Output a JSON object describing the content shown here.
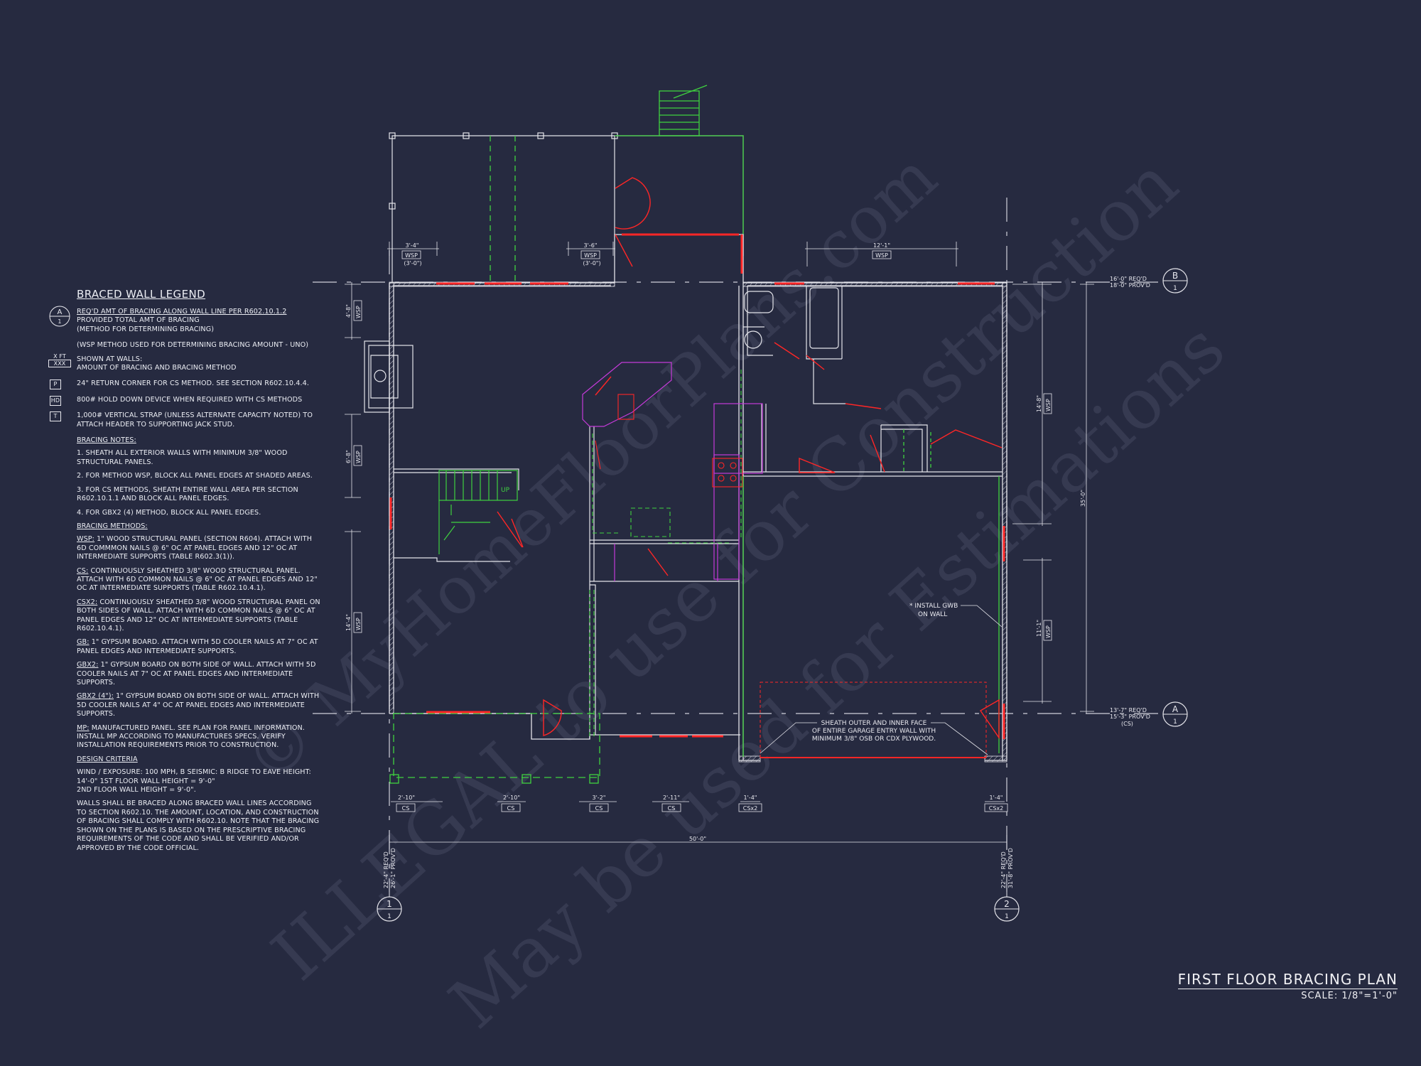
{
  "title": {
    "plan_title": "FIRST FLOOR BRACING PLAN",
    "scale": "SCALE: 1/8\"=1'-0\""
  },
  "watermarks": [
    "© MyHomeFloorPlans.com",
    "ILLEGAL to use for Construction",
    "May be used for Estimations"
  ],
  "legend": {
    "title": "BRACED WALL LEGEND",
    "gridline_symbol": {
      "top": "A",
      "bottom": "1"
    },
    "gridline_text": [
      "REQ'D AMT OF BRACING ALONG WALL LINE PER R602.10.1.2",
      "PROVIDED TOTAL AMT OF BRACING",
      "(METHOD FOR DETERMINING BRACING)"
    ],
    "wsp_note": "(WSP METHOD USED FOR DETERMINING BRACING AMOUNT - UNO)",
    "wall_symbol": {
      "top": "X FT",
      "bottom": "XXX"
    },
    "wall_text": [
      "SHOWN AT WALLS:",
      "AMOUNT OF BRACING AND BRACING METHOD"
    ],
    "symbols": [
      {
        "badge": "P",
        "text": "24\" RETURN CORNER FOR CS METHOD.  SEE SECTION R602.10.4.4."
      },
      {
        "badge": "HD",
        "text": "800# HOLD DOWN DEVICE WHEN REQUIRED WITH CS METHODS"
      },
      {
        "badge": "T",
        "text": "1,000# VERTICAL STRAP (UNLESS ALTERNATE CAPACITY NOTED) TO ATTACH HEADER TO SUPPORTING JACK STUD."
      }
    ],
    "notes_heading": "BRACING NOTES:",
    "notes": [
      "1. SHEATH ALL EXTERIOR WALLS WITH MINIMUM 3/8\" WOOD STRUCTURAL PANELS.",
      "2. FOR METHOD WSP, BLOCK ALL PANEL EDGES AT SHADED AREAS.",
      "3. FOR CS METHODS, SHEATH ENTIRE WALL AREA PER SECTION R602.10.1.1 AND BLOCK ALL PANEL EDGES.",
      "4. FOR GBx2 (4) METHOD, BLOCK ALL PANEL EDGES."
    ],
    "methods_heading": "BRACING METHODS:",
    "methods": [
      {
        "code": "WSP:",
        "text": "1\" WOOD STRUCTURAL PANEL (SECTION R604). ATTACH WITH 6d COMMMON NAILS @ 6\" OC AT PANEL EDGES AND 12\" OC AT INTERMEDIATE SUPPORTS (TABLE R602.3(1))."
      },
      {
        "code": "CS:",
        "text": "CONTINUOUSLY SHEATHED 3/8\" WOOD STRUCTURAL PANEL. ATTACH WITH 6d COMMON NAILS @ 6\" OC AT PANEL EDGES AND 12\" OC AT INTERMEDIATE SUPPORTS (TABLE R602.10.4.1)."
      },
      {
        "code": "CSx2:",
        "text": "CONTINUOUSLY SHEATHED 3/8\" WOOD STRUCTURAL PANEL ON BOTH SIDES OF WALL. ATTACH WITH 6d COMMON NAILS @ 6\" OC AT PANEL EDGES AND 12\" OC AT INTERMEDIATE SUPPORTS (TABLE R602.10.4.1)."
      },
      {
        "code": "GB:",
        "text": "1\" GYPSUM BOARD. ATTACH WITH 5d COOLER NAILS AT 7\" OC AT PANEL EDGES AND INTERMEDIATE SUPPORTS."
      },
      {
        "code": "GBx2:",
        "text": "1\" GYPSUM BOARD ON BOTH SIDE OF WALL. ATTACH WITH 5d COOLER NAILS AT 7\" OC AT PANEL EDGES AND INTERMEDIATE SUPPORTS."
      },
      {
        "code": "GBx2 (4\"):",
        "text": "1\" GYPSUM BOARD ON BOTH SIDE OF WALL. ATTACH WITH 5d COOLER NAILS AT 4\" OC AT PANEL EDGES AND INTERMEDIATE SUPPORTS."
      },
      {
        "code": "MP:",
        "text": "MANUFACTURED PANEL. SEE PLAN FOR PANEL INFORMATION. INSTALL MP ACCORDING TO MANUFACTURES SPECS. VERIFY INSTALLATION REQUIREMENTS PRIOR TO CONSTRUCTION."
      }
    ],
    "design_heading": "DESIGN CRITERIA",
    "design": [
      "WIND / EXPOSURE:   100 MPH, B",
      "SEISMIC:   B",
      "RIDGE TO EAVE HEIGHT: 14'-0\"",
      "1ST FLOOR WALL HEIGHT = 9'-0\"",
      "2ND FLOOR WALL HEIGHT = 9'-0\"."
    ],
    "closing": "WALLS SHALL BE BRACED ALONG BRACED WALL LINES ACCORDING TO SECTION R602.10. THE AMOUNT, LOCATION, AND CONSTRUCTION OF BRACING SHALL COMPLY WITH R602.10. NOTE THAT THE BRACING SHOWN ON THE PLANS IS BASED ON THE PRESCRIPTIVE BRACING REQUIREMENTS OF THE CODE AND SHALL BE VERIFIED AND/OR APPROVED BY THE CODE OFFICIAL."
  },
  "plan": {
    "grid_b": {
      "top": "B",
      "bottom": "1",
      "req": "16'-0\" REQ'D",
      "prov": "18'-0\" PROV'D"
    },
    "grid_a": {
      "top": "A",
      "bottom": "1",
      "req": "13'-7\" REQ'D",
      "prov": "15'-3\" PROV'D",
      "method": "(CS)"
    },
    "grid_1": {
      "top": "1",
      "bottom": "1",
      "req": "22'-4\" REQ'D",
      "prov": "26'-1\" PROV'D"
    },
    "grid_2": {
      "top": "2",
      "bottom": "1",
      "req": "22'-4\" REQ'D",
      "prov": "31'-8\" PROV'D"
    },
    "top_callouts": [
      {
        "dim": "3'-4\"",
        "method": "WSP",
        "sub": "(3'-0\")"
      },
      {
        "dim": "3'-6\"",
        "method": "WSP",
        "sub": "(3'-0\")"
      },
      {
        "dim": "12'-1\"",
        "method": "WSP"
      }
    ],
    "left_callouts": [
      {
        "dim": "4'-8\"",
        "method": "WSP"
      },
      {
        "dim": "6'-8\"",
        "method": "WSP"
      },
      {
        "dim": "14'-4\"",
        "method": "WSP"
      }
    ],
    "right_callouts": [
      {
        "dim": "14'-8\"",
        "method": "WSP"
      },
      {
        "dim": "11'-1\"",
        "method": "WSP"
      }
    ],
    "overall_right": "35'-0\"",
    "bottom_callouts": [
      {
        "dim": "2'-10\"",
        "method": "CS"
      },
      {
        "dim": "2'-10\"",
        "method": "CS"
      },
      {
        "dim": "3'-2\"",
        "method": "CS"
      },
      {
        "dim": "2'-11\"",
        "method": "CS"
      },
      {
        "dim": "1'-4\"",
        "method": "CSx2"
      },
      {
        "dim": "1'-4\"",
        "method": "CSx2"
      }
    ],
    "overall_bottom": "50'-0\"",
    "note_gwb": [
      "* INSTALL GWB",
      "ON WALL"
    ],
    "note_sheath": [
      "SHEATH OUTER AND INNER FACE",
      "OF ENTIRE GARAGE ENTRY WALL WITH",
      "MINIMUM 3/8\" OSB OR CDX PLYWOOD."
    ],
    "stair_label": "UP",
    "colors": {
      "background": "#262a40",
      "wall": "#e4e4ea",
      "brace": "#ff2626",
      "green": "#3fd23f",
      "magenta": "#c43ad8"
    }
  }
}
